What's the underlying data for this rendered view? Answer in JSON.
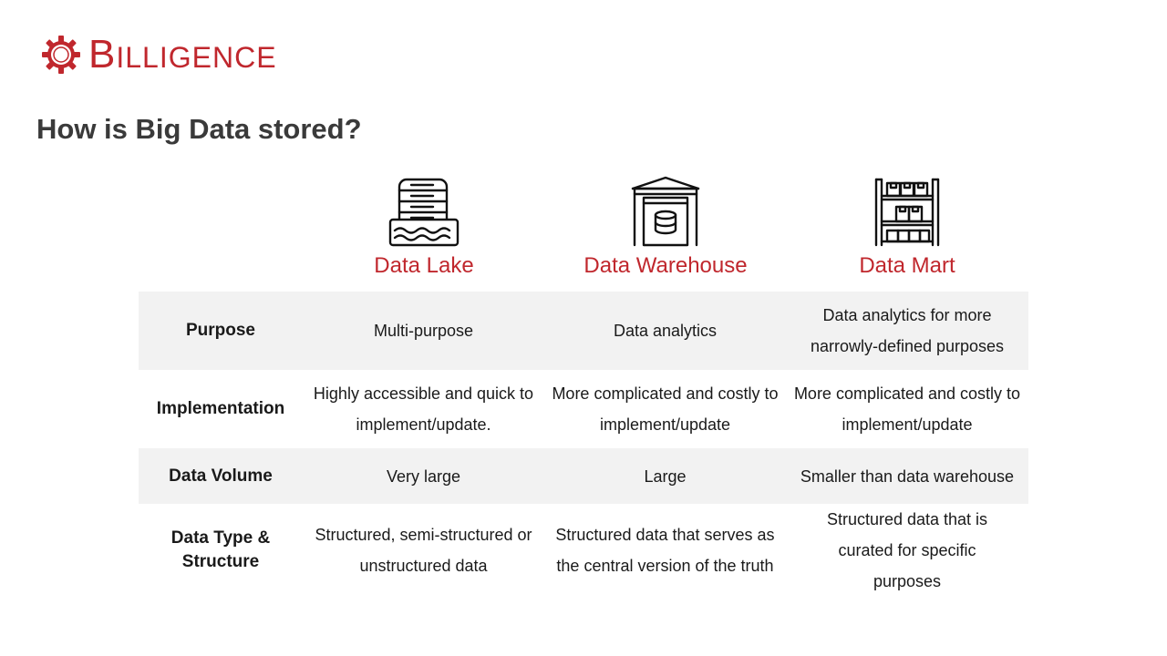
{
  "brand": {
    "first_letter": "B",
    "rest": "ILLIGENCE",
    "accent_color": "#c0272d",
    "icon": "gear-icon"
  },
  "title": "How is Big Data stored?",
  "columns": [
    {
      "label": "Data Lake",
      "icon": "database-lake-icon"
    },
    {
      "label": "Data Warehouse",
      "icon": "warehouse-icon"
    },
    {
      "label": "Data Mart",
      "icon": "shelves-boxes-icon"
    }
  ],
  "rows": [
    {
      "header": "Purpose",
      "cells": [
        "Multi-purpose",
        "Data analytics",
        "Data analytics for more narrowly-defined purposes"
      ]
    },
    {
      "header": "Implementation",
      "cells": [
        "Highly accessible and quick to implement/update.",
        "More complicated and costly to implement/update",
        "More complicated and costly to implement/update"
      ]
    },
    {
      "header": "Data Volume",
      "cells": [
        "Very large",
        "Large",
        "Smaller than data warehouse"
      ]
    },
    {
      "header": "Data Type & Structure",
      "cells": [
        "Structured, semi-structured or unstructured data",
        "Structured data that serves as the central version of the truth",
        "Structured data that is curated for specific purposes"
      ]
    }
  ]
}
